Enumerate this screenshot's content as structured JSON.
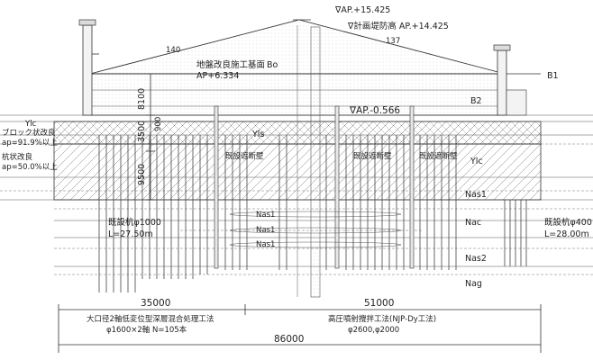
{
  "labels": {
    "crest_level": "∇AP.+15.425",
    "design_crest": "∇計画堤防高 AP.+14.425",
    "slope_left": "140",
    "slope_right": "137",
    "ground_improve_title": "地盤改良施工基面",
    "ground_improve_level": "AP+6.334",
    "layer_bo": "Bo",
    "layer_b1": "B1",
    "layer_b2": "B2",
    "water_level": "∇AP.-0.566",
    "layer_ylc_left": "Ylc",
    "layer_yls": "Yls",
    "layer_ylc_right": "Ylc",
    "block_improve": "ブロック状改良",
    "block_ratio": "ap=91.9%以上",
    "pile_improve": "杭状改良",
    "pile_ratio": "ap=50.0%以上",
    "wall_1": "既設遮断壁",
    "wall_2": "既設遮断壁",
    "wall_3": "既設遮断壁",
    "layer_nas1_right": "Nas1",
    "layer_nas1_a": "Nas1",
    "layer_nas1_b": "Nas1",
    "layer_nas1_c": "Nas1",
    "layer_nac": "Nac",
    "layer_nas2": "Nas2",
    "layer_nag": "Nag",
    "pile_left_name": "既設杭φ1000",
    "pile_left_length": "L=27.50m",
    "pile_right_name": "既設杭φ400",
    "pile_right_length": "L=28.00m",
    "dim_8100": "8100",
    "dim_3500": "3500",
    "dim_900": "900",
    "dim_9500": "9500",
    "dim_left_span": "35000",
    "dim_left_method": "大口径2軸低変位型深層混合処理工法",
    "dim_left_spec": "φ1600×2軸 N=105本",
    "dim_right_span": "51000",
    "dim_right_method": "高圧噴射攪拌工法(NJP-Dy工法)",
    "dim_right_spec": "φ2600,φ2000",
    "dim_total": "86000"
  }
}
